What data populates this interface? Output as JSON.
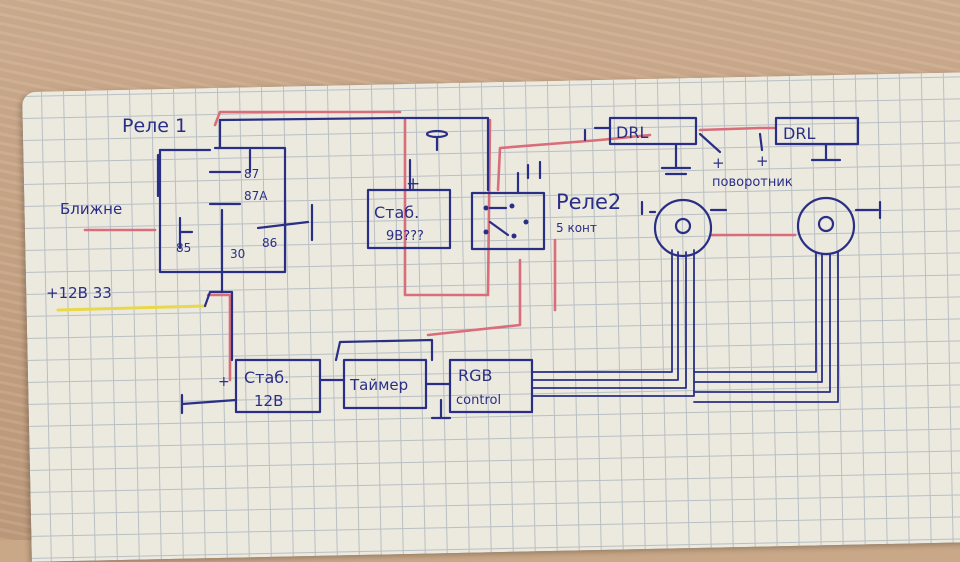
{
  "colors": {
    "ink": "#2a2f86",
    "wire_red": "#d96d7a",
    "wire_yellow": "#e8d84a",
    "paper": "#ece9df",
    "wood": "#c9a888"
  },
  "relay1": {
    "title": "Реле 1",
    "pin_87": "87",
    "pin_87a": "87A",
    "pin_85": "85",
    "pin_86": "86",
    "pin_30": "30"
  },
  "inputs": {
    "low_beam": "Ближне",
    "plus12": "+12В 33"
  },
  "stab9": {
    "line1": "Стаб.",
    "line2": "9В???",
    "plus": "+"
  },
  "relay2": {
    "title": "Реле2",
    "subtitle": "5 конт"
  },
  "drl": {
    "left": "DRL",
    "right": "DRL",
    "turn": "поворотник",
    "plus": "+"
  },
  "stab12": {
    "line1": "Стаб.",
    "line2": "12В",
    "plus": "+"
  },
  "timer": {
    "label": "Таймер"
  },
  "rgb": {
    "line1": "RGB",
    "line2": "control"
  }
}
